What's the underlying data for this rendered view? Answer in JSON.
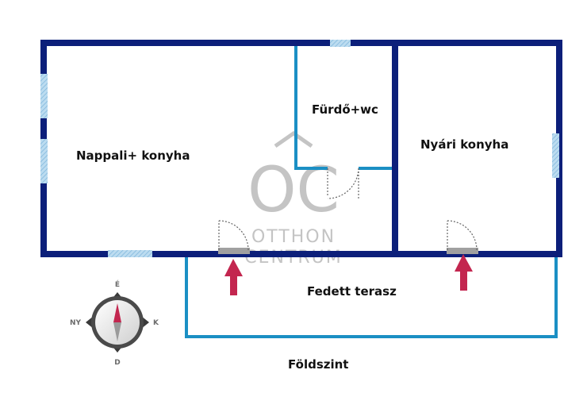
{
  "rooms": {
    "living": "Nappali+ konyha",
    "bathroom": "Fürdő+wc",
    "summer_kitchen": "Nyári konyha",
    "terrace": "Fedett terasz"
  },
  "floor": "Földszint",
  "compass": {
    "north": "É",
    "south": "D",
    "east": "K",
    "west": "NY"
  },
  "logo": {
    "monogram": "OC",
    "line1": "OTTHON",
    "line2": "CENTRUM"
  },
  "colors": {
    "outer_wall": "#0c1f7a",
    "inner_wall": "#1b8fc4",
    "window": "#a9cde6",
    "entry_arrow": "#c3264f",
    "logo": "#c4c4c4"
  }
}
